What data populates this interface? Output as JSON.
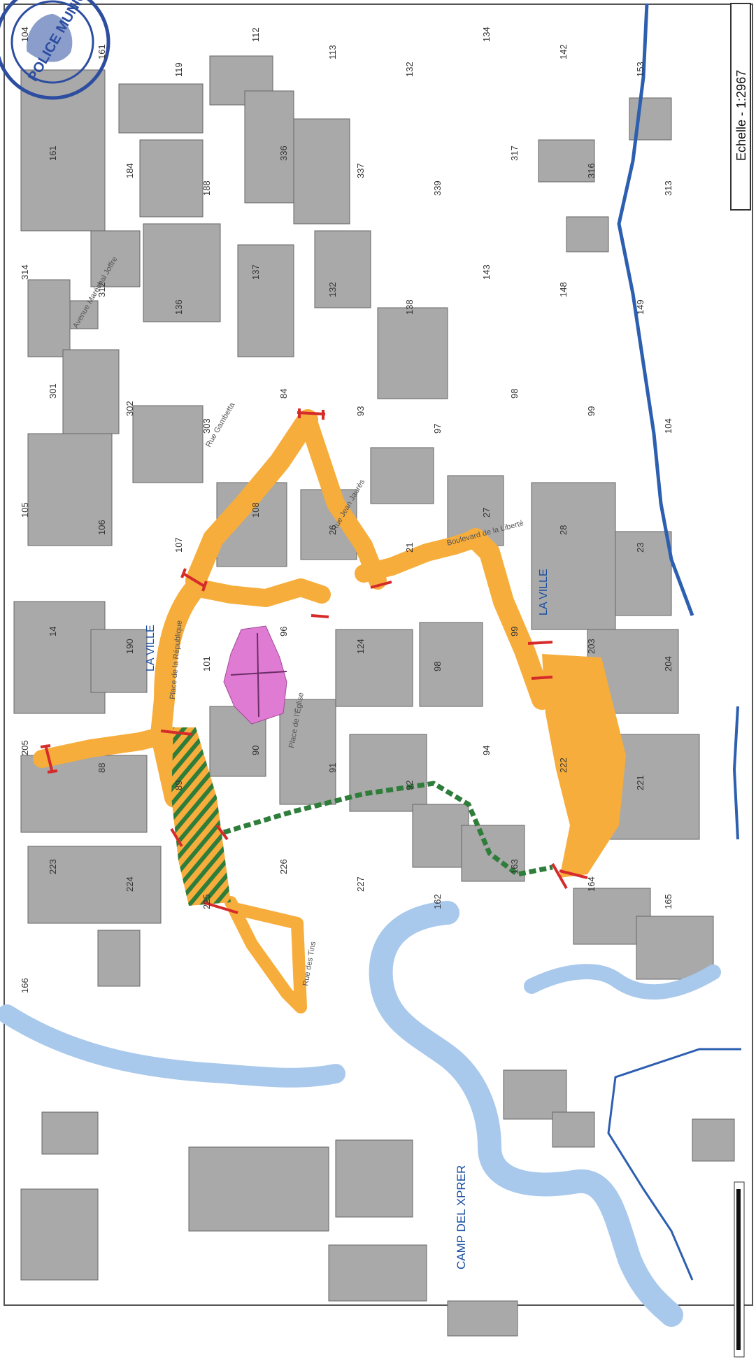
{
  "scale_label": "Echelle - 1:2967",
  "districts": [
    "LA VILLE",
    "LA VILLE"
  ],
  "place_label": "CAMP DEL XPRER",
  "stamp_text": "POLICE MUNICIPALE",
  "colors": {
    "route": "#f7ad3b",
    "barrier": "#d62b2b",
    "church": "#e07bd3",
    "river": "#a9c9ec",
    "stream": "#2d5fb0",
    "building": "#a9a9a9",
    "hatch": "#2f7d3a",
    "stamp": "#2c4da0"
  },
  "street_names": [
    "Rue Gambetta",
    "Rue Jean Jaurès",
    "Place de la République",
    "Boulevard de la Liberté",
    "Avenue Maréchal Joffre",
    "Rue des Tins",
    "Place de l'Église"
  ],
  "building_numbers": [
    "104",
    "161",
    "119",
    "112",
    "113",
    "132",
    "134",
    "142",
    "153",
    "161",
    "184",
    "188",
    "336",
    "337",
    "339",
    "317",
    "316",
    "313",
    "314",
    "312",
    "136",
    "137",
    "132",
    "138",
    "143",
    "148",
    "149",
    "301",
    "302",
    "303",
    "84",
    "93",
    "97",
    "98",
    "99",
    "104",
    "105",
    "106",
    "107",
    "108",
    "26",
    "21",
    "27",
    "28",
    "23",
    "14",
    "190",
    "101",
    "96",
    "124",
    "98",
    "99",
    "203",
    "204",
    "205",
    "88",
    "89",
    "90",
    "91",
    "92",
    "94",
    "222",
    "221",
    "223",
    "224",
    "225",
    "226",
    "227",
    "162",
    "163",
    "164",
    "165",
    "166"
  ]
}
